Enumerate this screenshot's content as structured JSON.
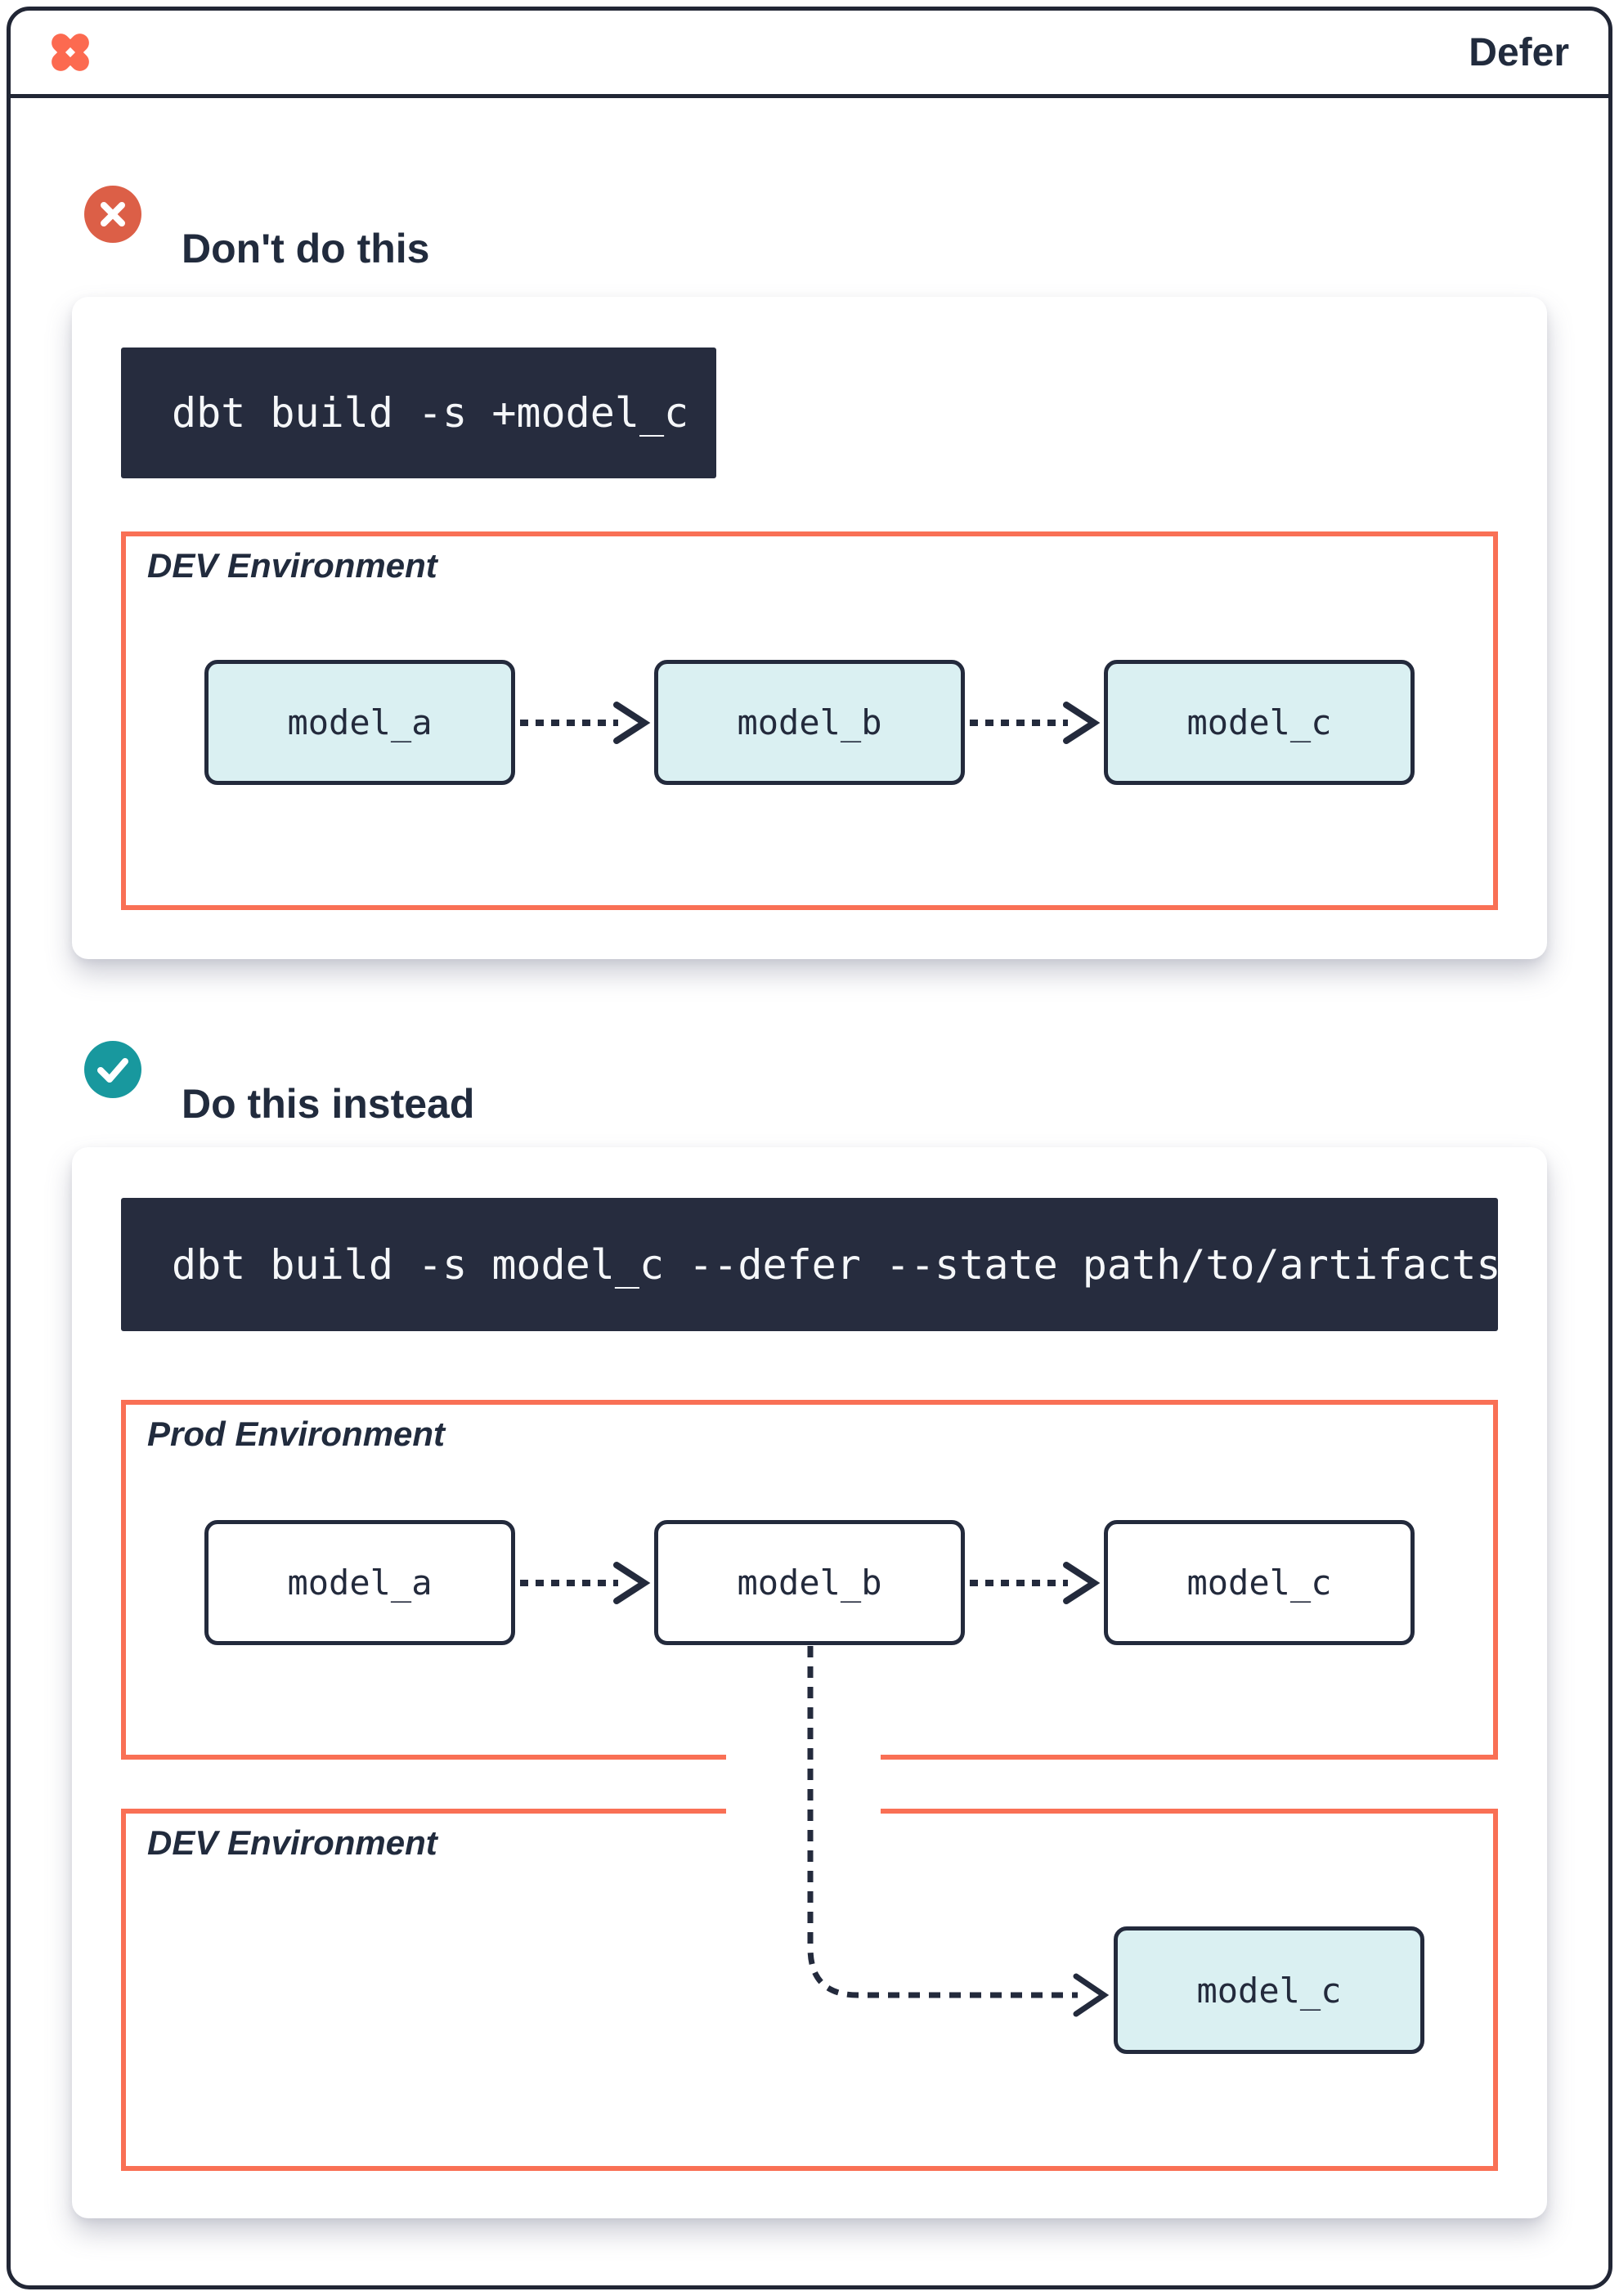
{
  "header": {
    "title": "Defer",
    "logo": "dbt-logo"
  },
  "sections": [
    {
      "icon": "x-circle-icon",
      "title": "Don't do this",
      "command": "dbt build -s +model_c",
      "environments": [
        {
          "label": "DEV Environment",
          "models": [
            "model_a",
            "model_b",
            "model_c"
          ]
        }
      ]
    },
    {
      "icon": "check-circle-icon",
      "title": "Do this instead",
      "command": "dbt build -s model_c --defer --state path/to/artifacts",
      "environments": [
        {
          "label": "Prod Environment",
          "models": [
            "model_a",
            "model_b",
            "model_c"
          ]
        },
        {
          "label": "DEV Environment",
          "models": [
            "model_c"
          ]
        }
      ]
    }
  ],
  "colors": {
    "brand_orange": "#fc6a50",
    "error_red": "#dc5f47",
    "success_teal": "#18989e",
    "env_border_coral": "#f97055",
    "dark_navy": "#232a3c",
    "model_fill_teal": "#daf0f2",
    "code_bg": "#262c3e"
  }
}
